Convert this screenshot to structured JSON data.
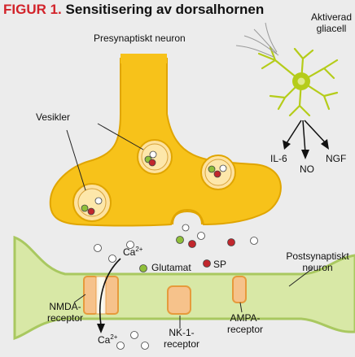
{
  "figure": {
    "title_prefix": "FIGUR 1.",
    "title_text": "Sensitisering av dorsalhornen"
  },
  "labels": {
    "presynaptic": "Presynaptiskt neuron",
    "vesicles": "Vesikler",
    "glia_line1": "Aktiverad",
    "glia_line2": "gliacell",
    "il6": "IL-6",
    "no": "NO",
    "ngf": "NGF",
    "ca_top": "Ca",
    "ca_top_sup": "2+",
    "glutamat": "Glutamat",
    "sp": "SP",
    "postsynaptic_line1": "Postsynaptiskt",
    "postsynaptic_line2": "neuron",
    "nmda_line1": "NMDA-",
    "nmda_line2": "receptor",
    "ca_bottom": "Ca",
    "ca_bottom_sup": "2+",
    "nk1_line1": "NK-1-",
    "nk1_line2": "receptor",
    "ampa_line1": "AMPA-",
    "ampa_line2": "receptor"
  },
  "colors": {
    "title_accent": "#d2232a",
    "neuron_fill": "#f7c21a",
    "neuron_stroke": "#e0a500",
    "membrane_fill": "#d8e8a6",
    "membrane_stroke": "#a9c860",
    "receptor_fill": "#f6c28b",
    "receptor_stroke": "#e69a3c",
    "glia": "#b5cc1a",
    "glutamat_dot": "#8fbf3a",
    "sp_dot": "#c1272d",
    "background": "#ececec"
  }
}
